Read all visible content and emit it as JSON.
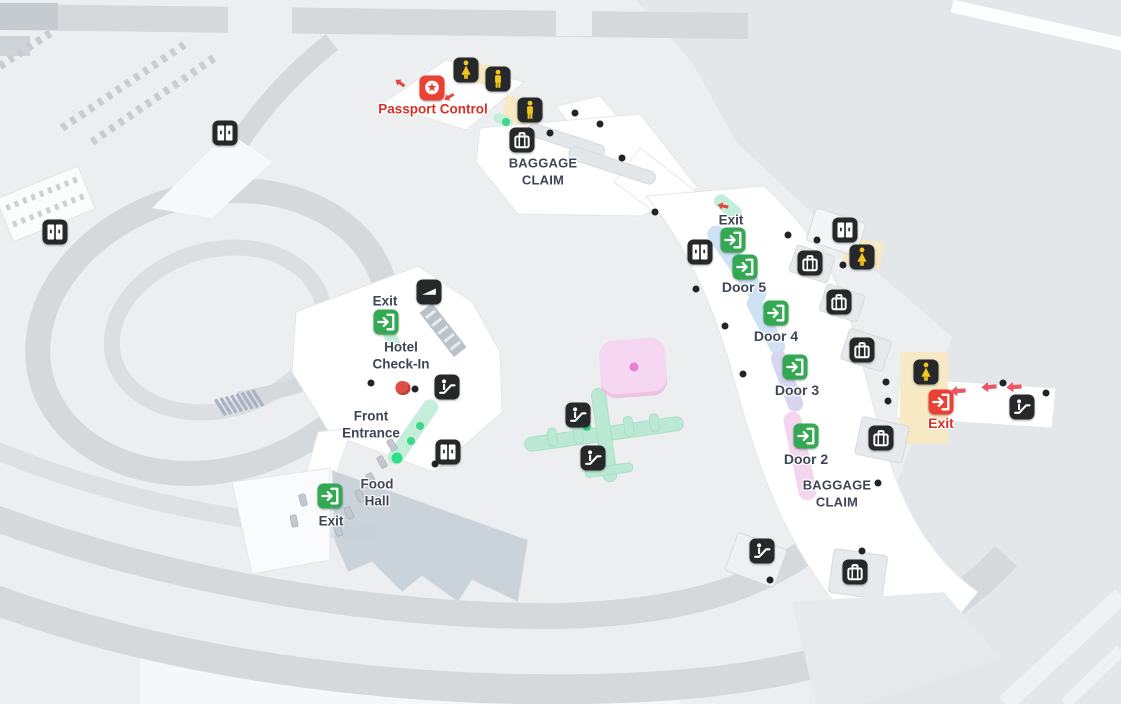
{
  "map": {
    "kind": "airport-terminal-indoor-map",
    "labels": {
      "passport_control": "Passport Control",
      "baggage_claim_top": "BAGGAGE CLAIM",
      "exit_concourse": "Exit",
      "door_5": "Door 5",
      "door_4": "Door 4",
      "door_3": "Door 3",
      "door_2": "Door 2",
      "baggage_claim_concourse": "BAGGAGE CLAIM",
      "exit_east": "Exit",
      "exit_hotel": "Exit",
      "hotel_check_in": "Hotel Check-In",
      "front_entrance": "Front Entrance",
      "food_hall": "Food Hall",
      "exit_food_hall": "Exit"
    },
    "icons": {
      "exit": {
        "glyph": "door-with-arrow",
        "bg": "#34a853"
      },
      "exit_red": {
        "glyph": "door-with-arrow",
        "bg": "#e94235"
      },
      "restroom_men": {
        "glyph": "man-figure",
        "color": "#f4c51e",
        "bg": "#26282a"
      },
      "restroom_women": {
        "glyph": "woman-figure",
        "color": "#f4c51e",
        "bg": "#26282a"
      },
      "elevator": {
        "glyph": "elevator-doors",
        "bg": "#26282a"
      },
      "baggage_claim": {
        "glyph": "suitcase",
        "bg": "#26282a"
      },
      "escalator": {
        "glyph": "person-on-escalator",
        "bg": "#26282a"
      },
      "check_in_desk": {
        "glyph": "desk-wedge",
        "bg": "#26282a"
      },
      "passport_control": {
        "glyph": "star-in-circle",
        "bg": "#e94235"
      },
      "direction_arrow": {
        "glyph": "left-arrow",
        "color": "#ed5564"
      }
    },
    "colors": {
      "background": "#eceef0",
      "tarmac": "#e3e7e9",
      "road": "#d5d9dc",
      "building": "#ffffff",
      "label_dark": "#3e4656",
      "label_red": "#d93025",
      "walkway_mint": "#c4eeda",
      "walkway_blue": "#cfe2f4",
      "walkway_lavender": "#d8d6ee",
      "walkway_pink": "#f3d5ef",
      "zone_yellow": "#f6e9c3",
      "poi_pink_area": "#f6d7f1",
      "airplane_mint": "#bce9d3"
    }
  }
}
